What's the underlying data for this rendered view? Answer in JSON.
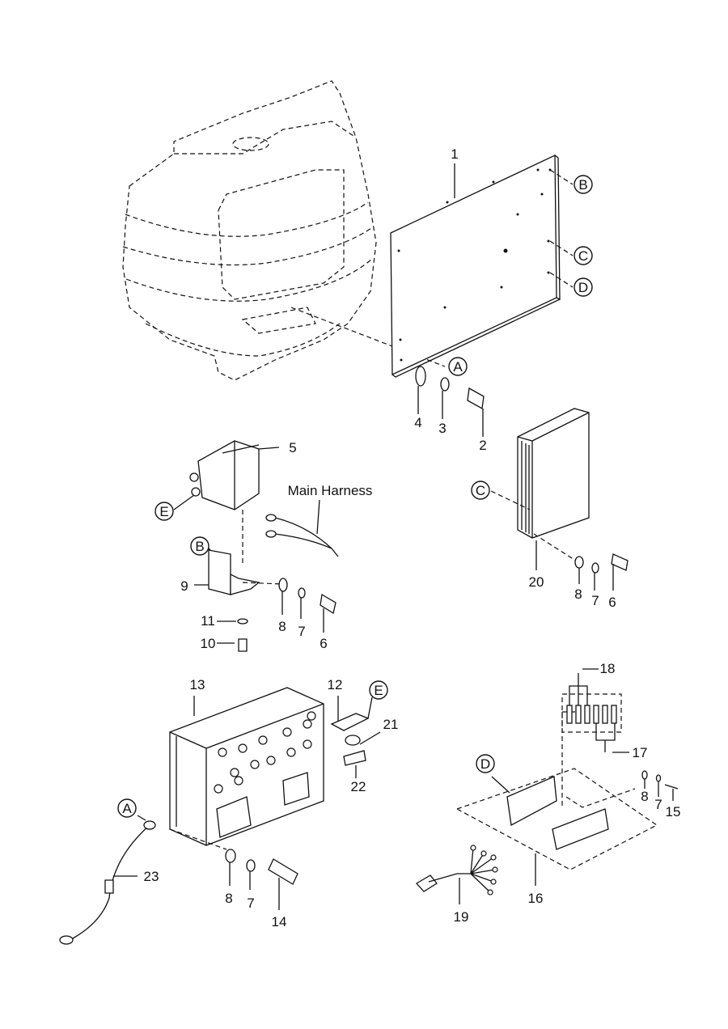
{
  "callouts": {
    "n1": "1",
    "n2": "2",
    "n3": "3",
    "n4": "4",
    "n5": "5",
    "n6": "6",
    "n7": "7",
    "n8": "8",
    "n9": "9",
    "n10": "10",
    "n11": "11",
    "n12": "12",
    "n13": "13",
    "n14": "14",
    "n15": "15",
    "n16": "16",
    "n17": "17",
    "n18": "18",
    "n19": "19",
    "n20": "20",
    "n21": "21",
    "n22": "22",
    "n23": "23"
  },
  "refs": {
    "A": "A",
    "B": "B",
    "C": "C",
    "D": "D",
    "E": "E"
  },
  "text_labels": {
    "main_harness": "Main Harness"
  }
}
